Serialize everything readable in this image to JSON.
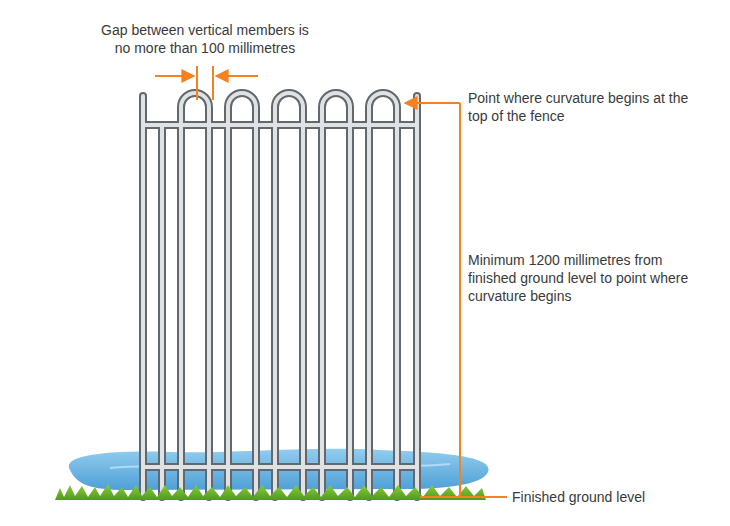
{
  "diagram": {
    "labels": [
      "Gap between vertical members is no more than 100 millimetres",
      "Point where curvature begins at the top of the fence",
      "Minimum 1200 millimetres from finished ground level to point where curvature begins",
      "Finished ground level"
    ]
  }
}
